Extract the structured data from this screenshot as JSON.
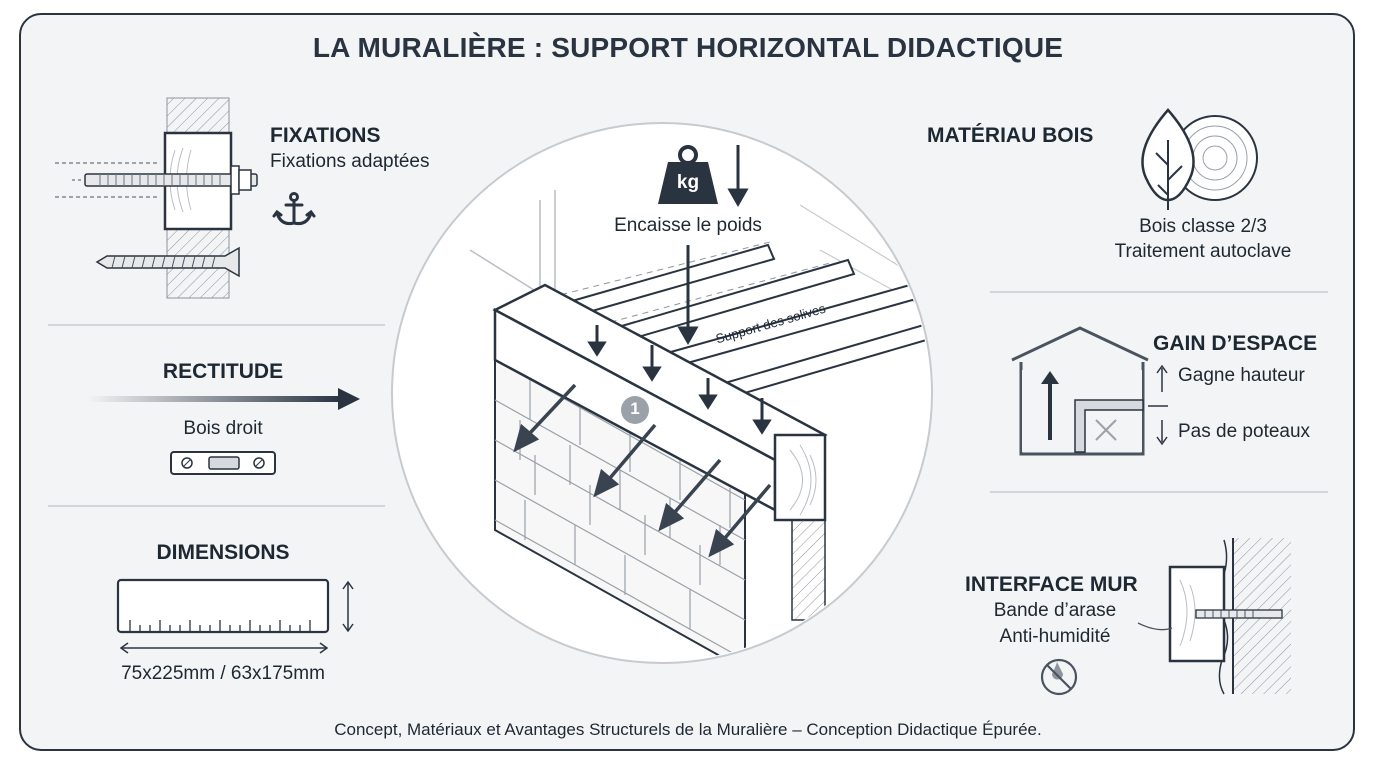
{
  "title": "LA MURALIÈRE : SUPPORT HORIZONTAL DIDACTIQUE",
  "fixations": {
    "header": "FIXATIONS",
    "text": "Fixations adaptées"
  },
  "rectitude": {
    "header": "RECTITUDE",
    "text": "Bois droit"
  },
  "dimensions": {
    "header": "DIMENSIONS",
    "text": "75x225mm / 63x175mm"
  },
  "center": {
    "weight_label": "kg",
    "load_text": "Encaisse le poids",
    "joists_label": "Support des solives",
    "marker": "1"
  },
  "materiau": {
    "header": "MATÉRIAU BOIS",
    "line1": "Bois classe 2/3",
    "line2": "Traitement autoclave"
  },
  "gain": {
    "header": "GAIN D’ESPACE",
    "line1": "Gagne hauteur",
    "line2": "Pas de poteaux"
  },
  "interface": {
    "header": "INTERFACE MUR",
    "line1": "Bande d’arase",
    "line2": "Anti-humidité"
  },
  "footer": "Concept, Matériaux et Avantages Structurels de la Muralière – Conception Didactique Épurée.",
  "colors": {
    "ink": "#2a3441",
    "accent": "#3a4451",
    "background": "#f3f4f5",
    "line": "#c7cbd0"
  },
  "icons": [
    "anchor-icon",
    "level-icon",
    "ruler-icon",
    "weight-icon",
    "leaf-icon",
    "log-icon",
    "house-icon",
    "no-water-icon",
    "screw-icon",
    "bolt-icon"
  ]
}
